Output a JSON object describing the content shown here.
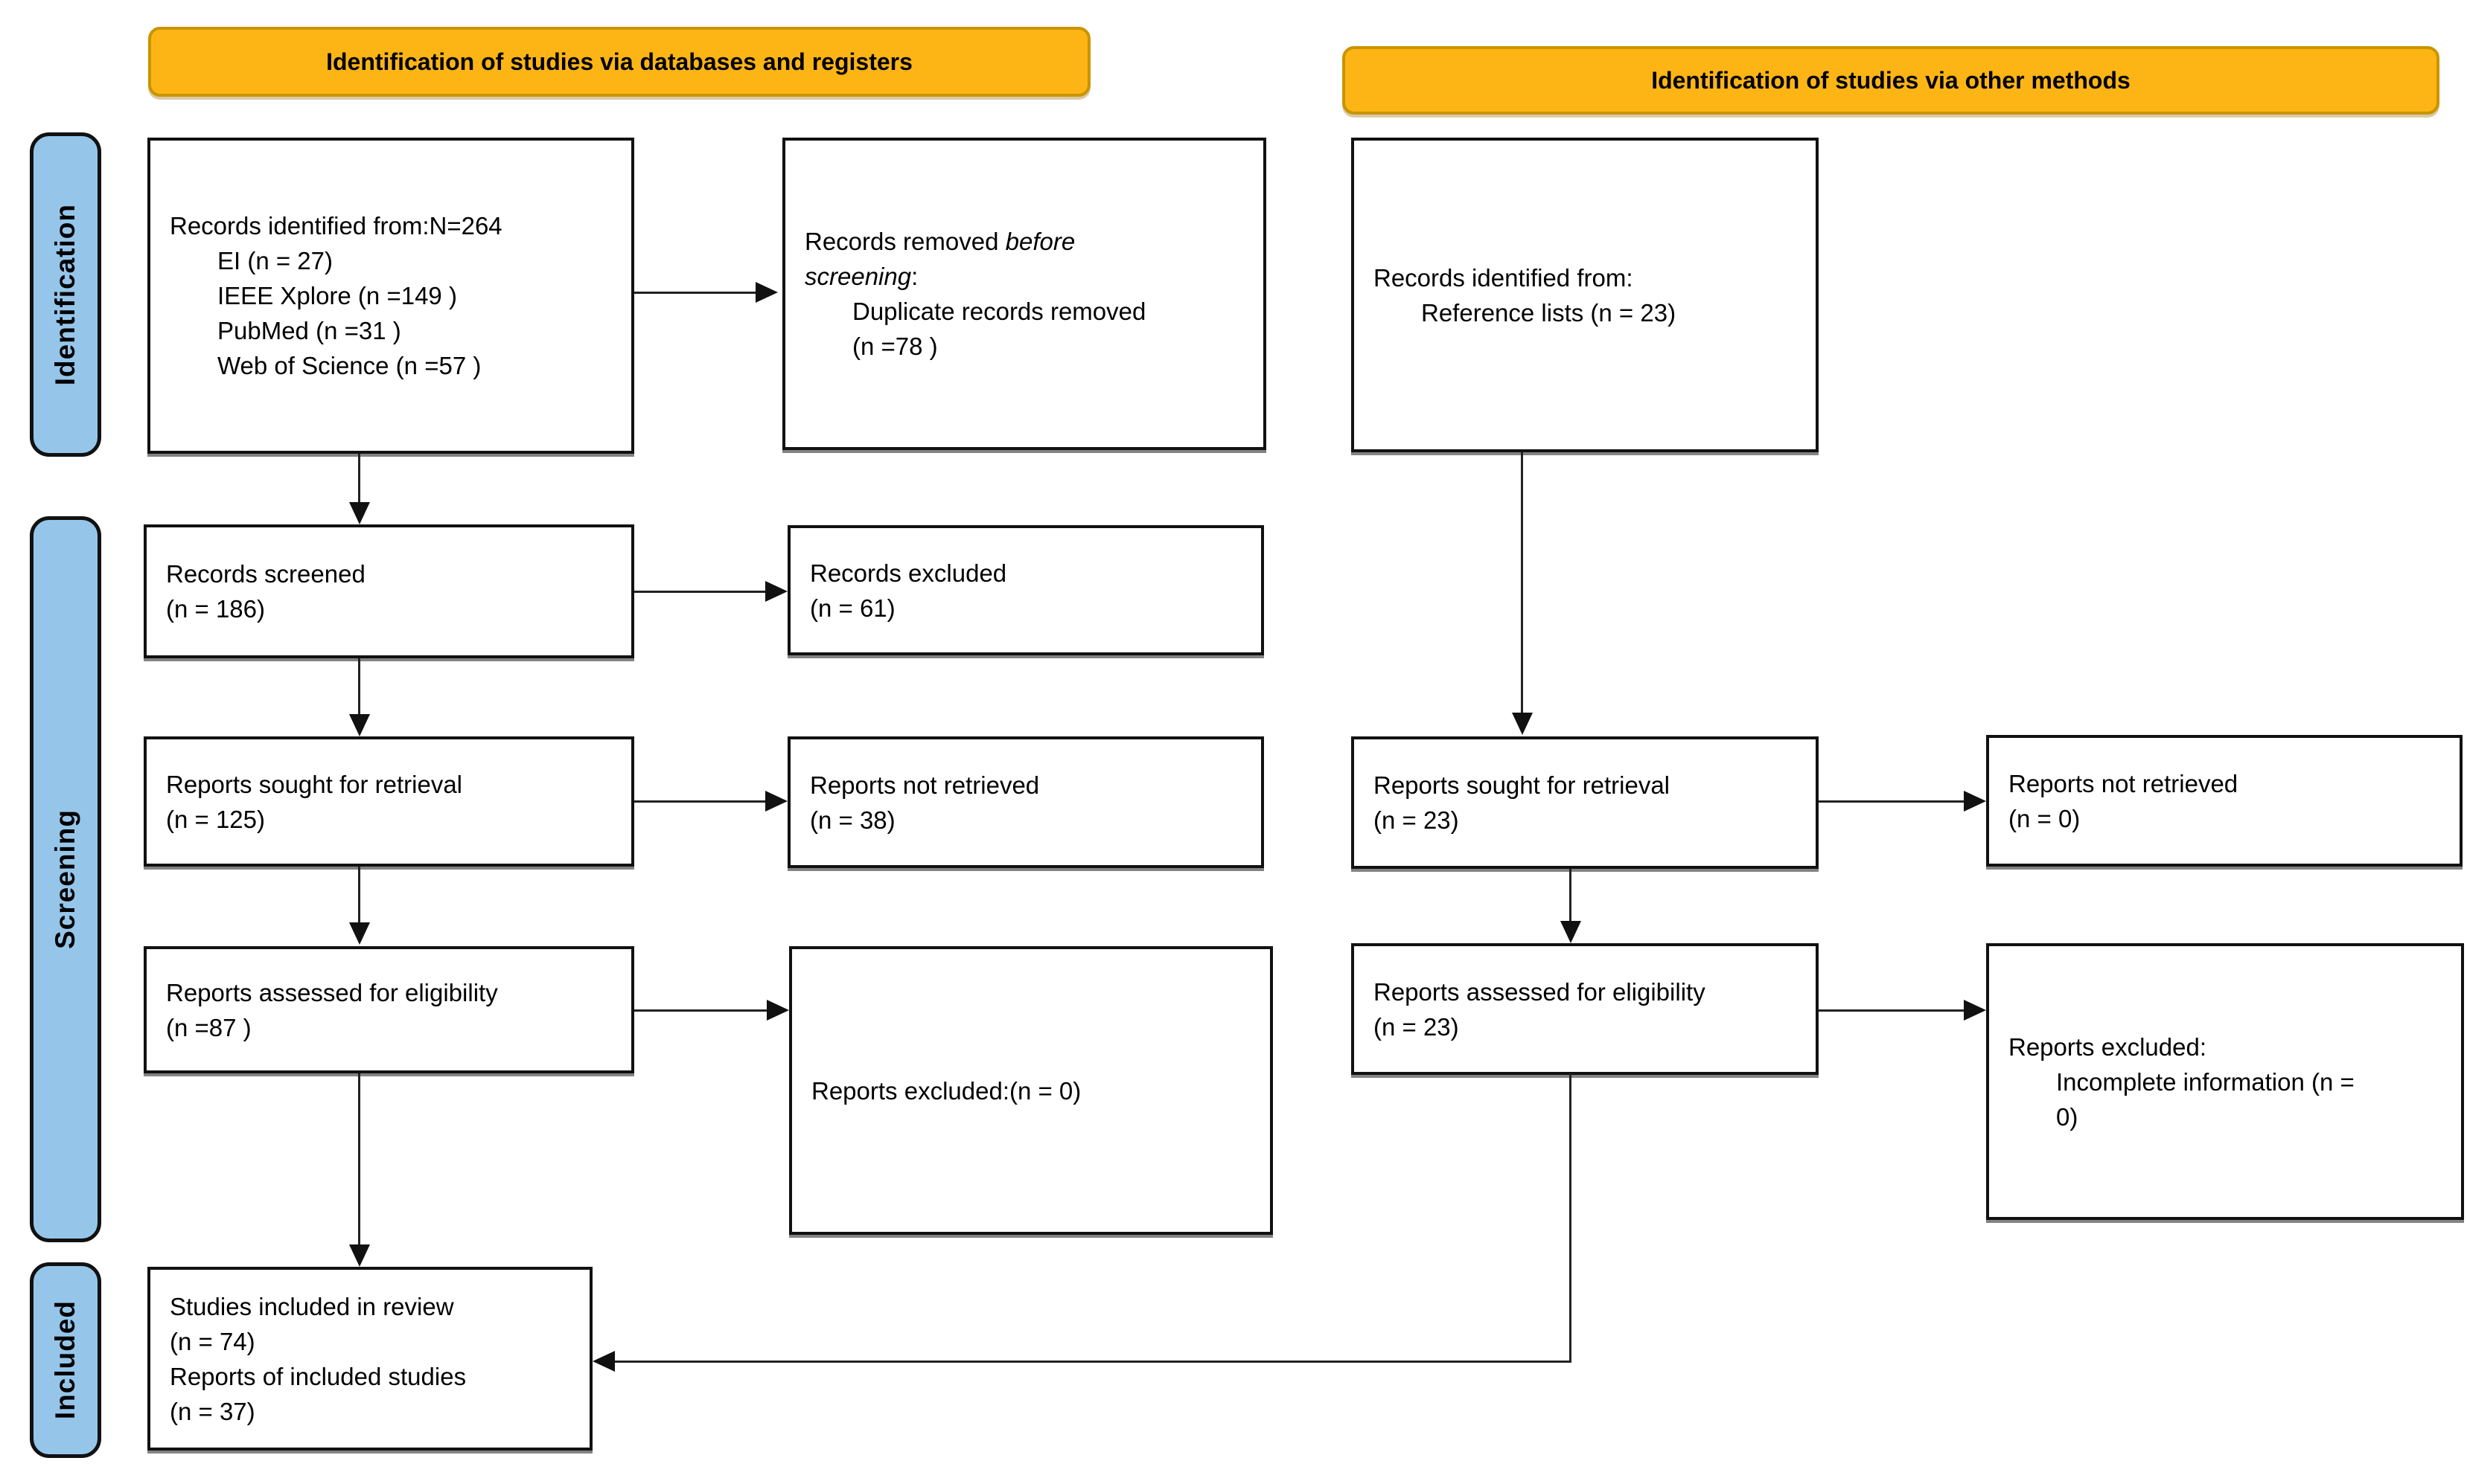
{
  "banners": {
    "databases": "Identification of studies via databases and registers",
    "other": "Identification of studies via other methods"
  },
  "sidebar": {
    "identification": "Identification",
    "screening": "Screening",
    "included": "Included"
  },
  "colors": {
    "banner_fill": "#FDB515",
    "banner_border": "#C99400",
    "sidebar_fill": "#95C6EA",
    "box_border": "#111111"
  },
  "nodes": {
    "records_identified_db": {
      "line1": "Records identified from:N=264",
      "line2": "EI (n = 27)",
      "line3": "IEEE Xplore (n =149 )",
      "line4": "PubMed (n =31 )",
      "line5": "Web of Science (n =57 )"
    },
    "records_removed": {
      "line1_pre": "Records removed ",
      "line1_italic": "before",
      "line2_italic": "screening",
      "line2_post": ":",
      "line3": "Duplicate records removed",
      "line4": "(n =78 )"
    },
    "records_identified_other": {
      "line1": "Records identified from:",
      "line2": "Reference lists (n = 23)"
    },
    "records_screened": {
      "line1": "Records screened",
      "line2": "(n = 186)"
    },
    "records_excluded": {
      "line1": "Records excluded",
      "line2": "(n = 61)"
    },
    "reports_sought_db": {
      "line1": "Reports sought for retrieval",
      "line2": "(n = 125)"
    },
    "reports_not_retrieved_db": {
      "line1": "Reports not retrieved",
      "line2": "(n = 38)"
    },
    "reports_assessed_db": {
      "line1": "Reports assessed for eligibility",
      "line2": "(n =87 )"
    },
    "reports_excluded_db": {
      "line1": "Reports excluded:(n = 0)"
    },
    "reports_sought_other": {
      "line1": "Reports sought for retrieval",
      "line2": "(n = 23)"
    },
    "reports_not_retrieved_other": {
      "line1": "Reports not retrieved",
      "line2": "(n = 0)"
    },
    "reports_assessed_other": {
      "line1": "Reports assessed for eligibility",
      "line2": "(n = 23)"
    },
    "reports_excluded_other": {
      "line1": "Reports excluded:",
      "line2": "Incomplete information (n =",
      "line3": "0)"
    },
    "studies_included": {
      "line1": "Studies included in review",
      "line2": "(n = 74)",
      "line3": "Reports of included studies",
      "line4": "(n = 37)"
    }
  }
}
